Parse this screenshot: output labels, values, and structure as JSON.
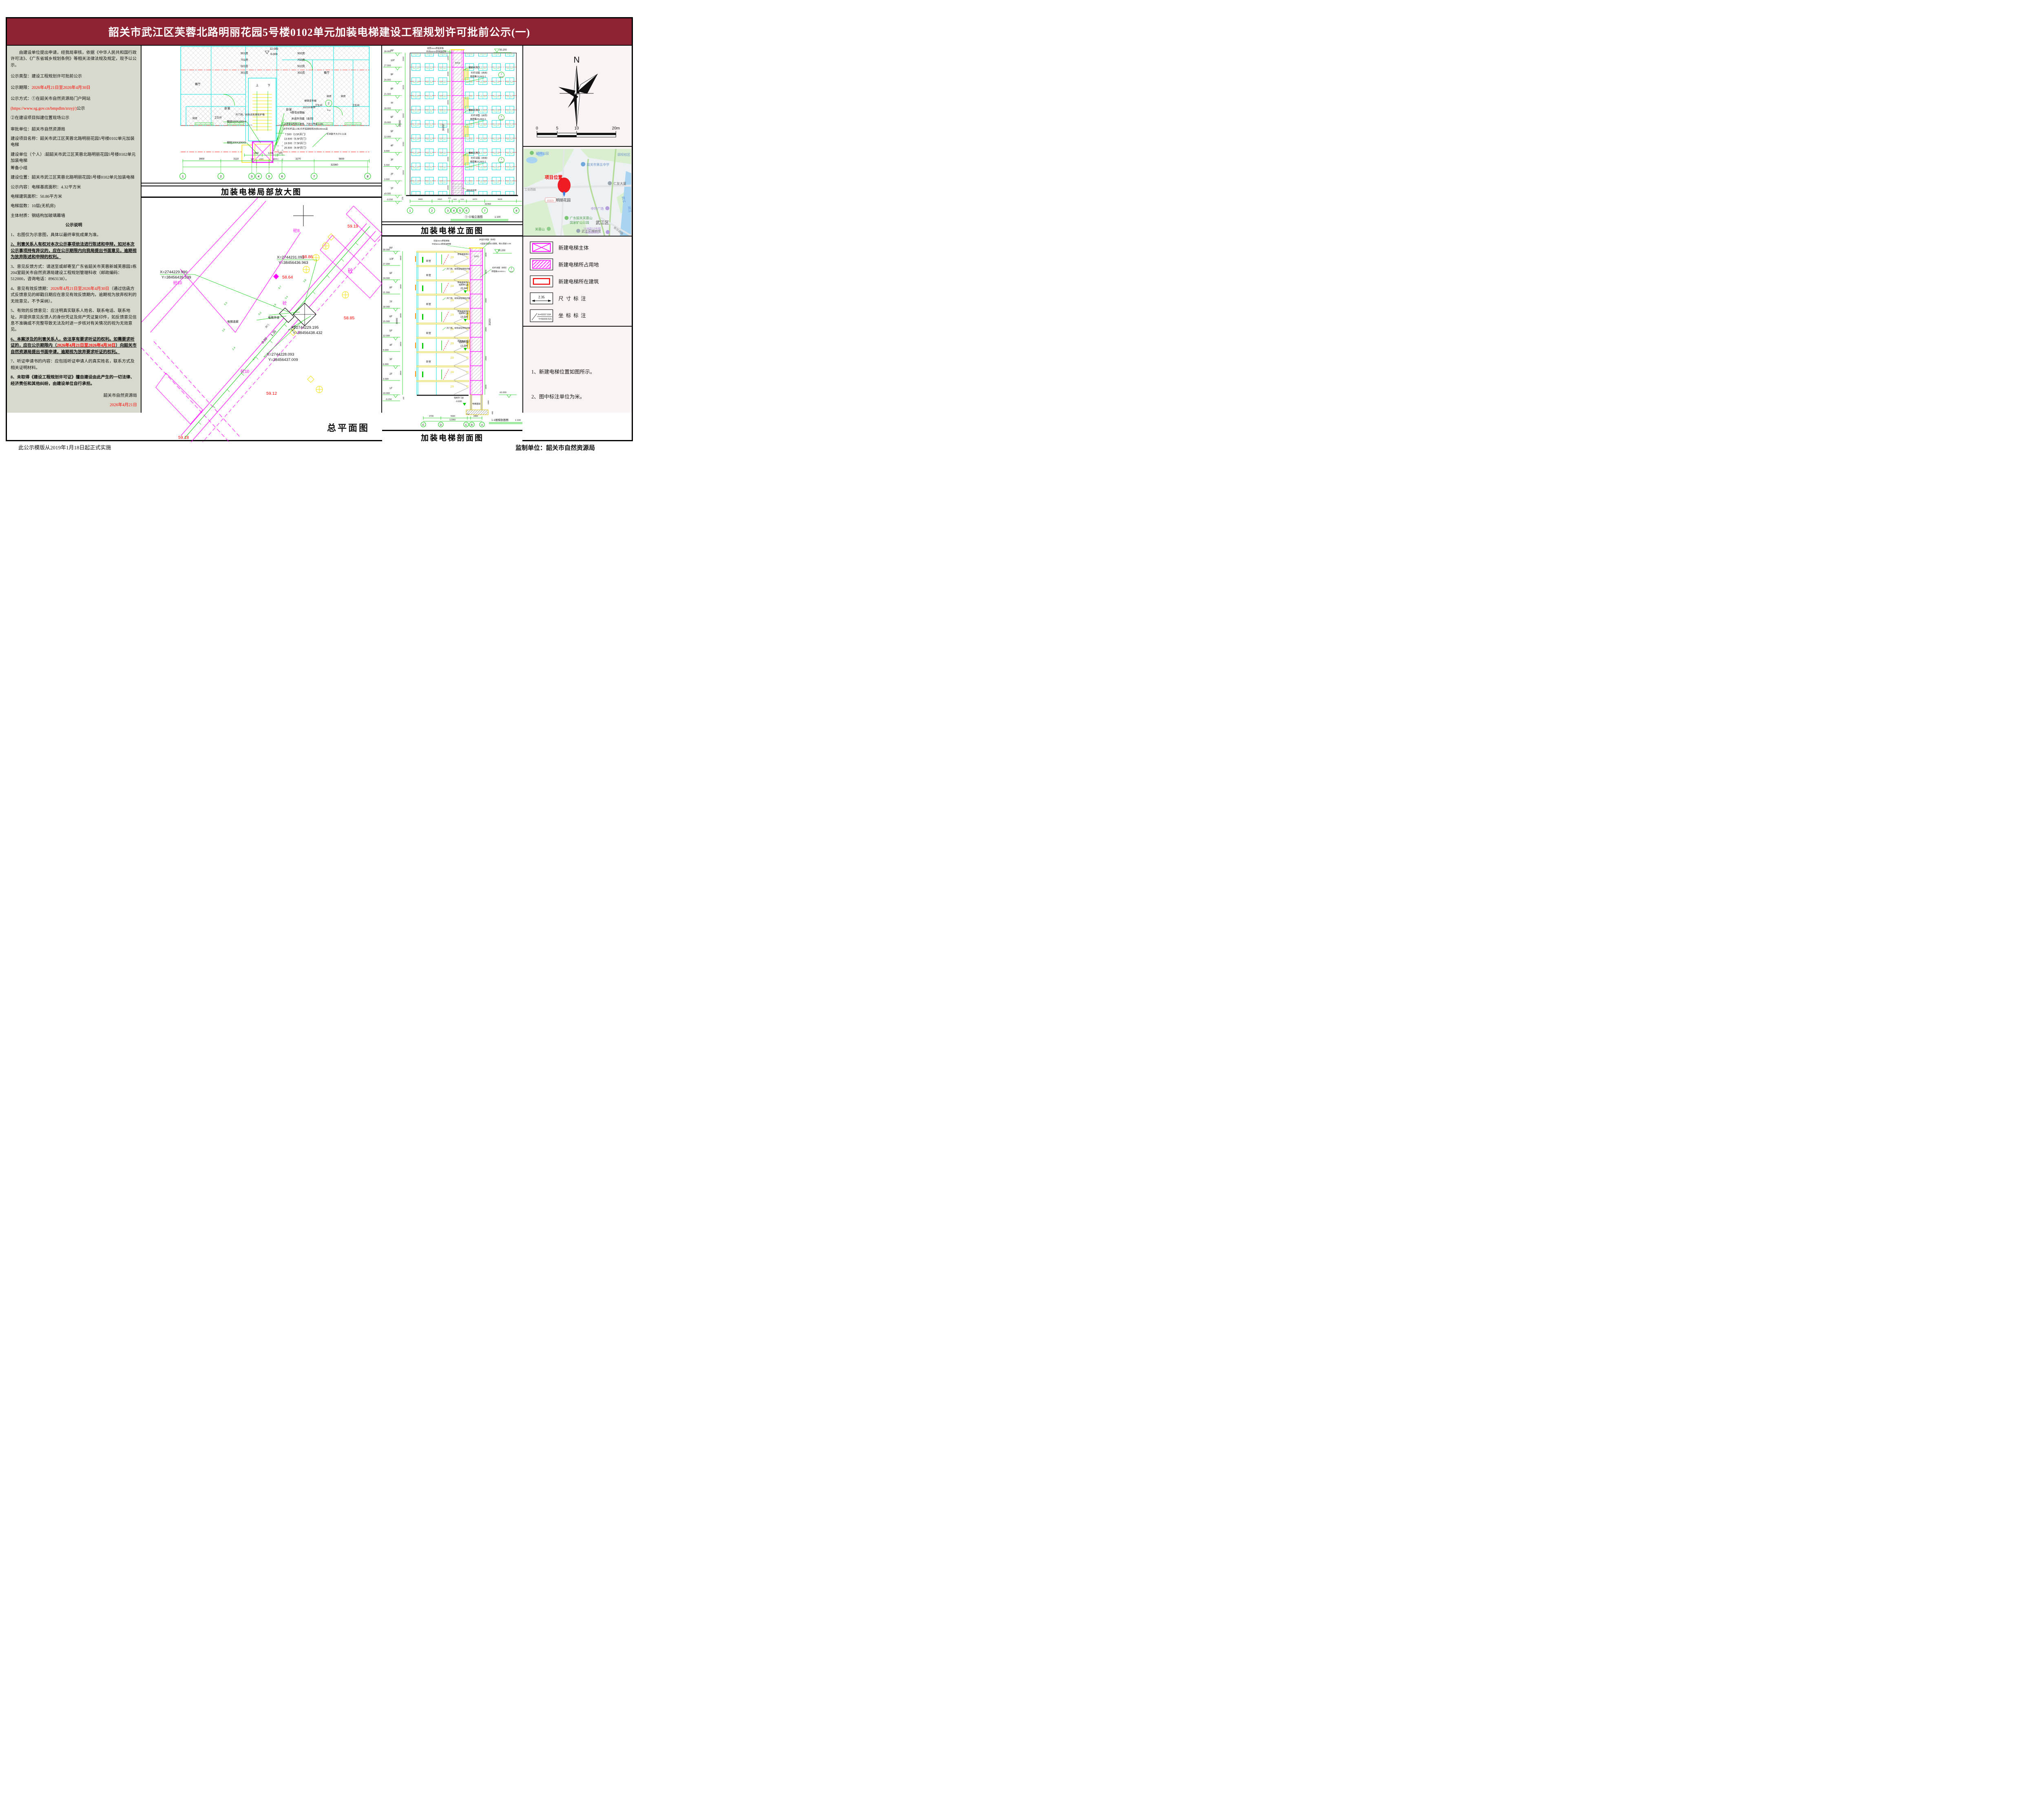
{
  "header": {
    "title": "韶关市武江区芙蓉北路明丽花园5号楼0102单元加装电梯建设工程规划许可批前公示(一)"
  },
  "footer": {
    "left": "此公示模版从2019年1月18日起正式实施",
    "right": "监制单位：韶关市自然资源局"
  },
  "left_panel": {
    "intro": "由建设单位提出申请，经我局审核，依据《中华人民共和国行政许可法》、《广东省城乡规划条例》等相关法律法规及规定，现予以公示。",
    "type_line": "公示类型：建设工程规划许可批前公示",
    "period_label": "公示期限：",
    "period_value": "2026年4月21日至2026年4月30日",
    "method_line": "公示方式：①在韶关市自然资源局门户网站",
    "method_url": "(https://www.sg.gov.cn/bmpdlm/zrzyj/)",
    "method_suffix": "公示",
    "method2": "②在建设项目拟建位置现场公示",
    "approval": "审批单位：韶关市自然资源局",
    "project_name": "建设项目名称：韶关市武江区芙蓉北路明丽花园5号楼0102单元加装电梯",
    "builder": "建设单位（个人）:韶韶关市武江区芙蓉北路明丽花园5号楼0102单元加装电梯",
    "builder2": "筹备小组",
    "location": "建设位置：韶关市武江区芙蓉北路明丽花园5号楼0102单元加装电梯",
    "content1": "公示内容：电梯基底面积：4.32平方米",
    "content2": "电梯建筑面积：50.86平方米",
    "content3": "电梯层数：10层(无机房)",
    "content4": "主体材质：钢结构加玻璃幕墙",
    "notes_title": "公示说明",
    "note1": "1、右图仅为示意图，具体以最终审批成果为准。",
    "note2": "2、利害关系人有权对本次公示事项依法进行陈述和申辩，如对本次公示事项持有异议的，应在公示期限内向我局提出书面意见，逾期视为放弃陈述和申辩的权利。",
    "note3": "3、意见反馈方式：请送至或邮寄至广东省韶关市芙蓉新城芙蓉园1栋204室韶关市自然资源局建设工程规划管理科收（邮政编码：512000，咨询电话：8963138）。",
    "note4_label": "4、意见有效反馈期：",
    "note4_date": "2026年4月21日至2026年4月30日",
    "note4_rest": "（通过信函方式反馈意见的邮戳日期应在意见有效反馈期内，逾期视为放弃权利的无效意见，不予采纳）。",
    "note5": "5、有效的反馈意见：应注明真实联系人姓名、联系电话、联系地址，并提供意见反馈人的身份凭证及房产凭证复印件，如反馈意见信息不准确或不完整导致无法及时进一步核对有关情况的视为无效意见。",
    "note6_pre": "6、本案涉及的利害关系人，依法享有要求听证的权利。如需要求听证的，应在公示期限内（",
    "note6_date": "2026年4月21日至2026年4月30日",
    "note6_post": "）向韶关市自然资源局提出书面申请，逾期视为放弃要求听证的权利。",
    "note7": "7、听证申请书的内容：应包括听证申请人的真实姓名，联系方式及相关证明材料。",
    "note8": "8、未取得《建设工程规划许可证》擅自建设由此产生的一切法律、经济责任和其他纠纷，由建设单位自行承担。",
    "sign_org": "韶关市自然资源局",
    "sign_date": "2026年4月21日"
  },
  "floors": [
    {
      "name": "RF",
      "elev": "30.000"
    },
    {
      "name": "10F",
      "elev": "27.000"
    },
    {
      "name": "9F",
      "elev": "24.000"
    },
    {
      "name": "8F",
      "elev": "21.000"
    },
    {
      "name": "7F",
      "elev": "18.000"
    },
    {
      "name": "6F",
      "elev": "15.000"
    },
    {
      "name": "5F",
      "elev": "12.000"
    },
    {
      "name": "4F",
      "elev": "9.000"
    },
    {
      "name": "3F",
      "elev": "6.000"
    },
    {
      "name": "2F",
      "elev": "3.000"
    },
    {
      "name": "1F",
      "elev": "±0.000"
    }
  ],
  "plan": {
    "title": "加装电梯局部放大图",
    "elev_upper": "12.000",
    "elev_lower": "6.000",
    "rooms_left": [
      "901房",
      "701房",
      "501房",
      "301房"
    ],
    "rooms_right": [
      "902房",
      "702房",
      "502房",
      "302房"
    ],
    "dining_left": "餐厅",
    "dining_right": "餐厅",
    "bedroom_left": "卧室",
    "bedroom_right": "卧室",
    "kitchen": "厨房",
    "bath": "卫生间",
    "up": "上",
    "down": "下",
    "joint_note": "楼面变形缝",
    "joint_ref": "11ZJ11参照",
    "joint_no": "2",
    "joint_ax": "⑤-8",
    "open_note": "开门洞，拆除该处原有护墙",
    "ymj": "YMJ1",
    "beam_note": "钢梁150X150X4",
    "col_note": "钢柱200X200X5",
    "plate_note": "4厚花纹钢板",
    "facade_note": "井道外饰面（余同）",
    "glass_note": "(A型复合型防火玻璃，乃耐火等级  3.0h)",
    "rail_note": "扶手栏杆高1.2米,栏杆底部砌雨水挡100mm高",
    "rail_note2": "杆间距不大于0.11米",
    "door_levels": [
      "7.500（3.5F开门）",
      "13.500（5.5F开门）",
      "19.500（7.5F开门）",
      "25.500（9.5F开门）"
    ],
    "dims_mini": [
      "1800",
      "1200",
      "100"
    ],
    "dims": [
      "3900",
      "3110",
      "500",
      "1300",
      "1300",
      "3270",
      "5600"
    ],
    "dim_total": "32360",
    "grid": [
      "1",
      "2",
      "3",
      "4",
      "5",
      "6",
      "7",
      "8"
    ]
  },
  "site": {
    "title": "总平面图",
    "spot1": "59.19",
    "spot2": "58.86",
    "spot3": "58.64",
    "spot4": "58.85",
    "spot5": "59.12",
    "spot6": "59.18",
    "coord1x": "X=2744231.092",
    "coord1y": "Y=38456436.963",
    "coord2x": "X=2744229.990",
    "coord2y": "Y=38456435.539",
    "coord3x": "X=2744229.195",
    "coord3y": "Y=38456438.432",
    "coord4x": "X=2744228.093",
    "coord4y": "Y=38456437.009",
    "shaft": "电梯井道",
    "corridor": "电梯连廊",
    "door": "开门",
    "conc10a": "砼10",
    "conc10b": "砼10",
    "conc8": "砼8",
    "conc_a": "砼",
    "conc_b": "砼",
    "d1": "8.7",
    "d2": "3.4",
    "d3": "3.8",
    "d4": "1.8",
    "d5": "0.2",
    "d6": "5.3",
    "d7": "3.5",
    "d8": "2.4",
    "d9": "0.7",
    "d10": "0.20",
    "d11": "1.35",
    "d12": "1.25"
  },
  "elevation": {
    "title": "加装电梯立面图",
    "subtitle": "①-⑧轴立面图",
    "scale": "1:100",
    "top_elev": "30.200",
    "roof_note1": "双层3mm厚铝单板",
    "roof_note2": "中间50mm厚保温岩棉",
    "machine": "无机房",
    "stair_hole": "楼梯间洞口",
    "rail1": "栏杆详图（余同）",
    "rail2": "参图集15J403-1",
    "rail_no": "1",
    "rail_id": "D1S",
    "tile": "面贴纸皮砖",
    "base": "-0.150",
    "base_dim": "150",
    "dim_floor": "3000",
    "dim_left_total": "30000",
    "dim_top": "1200",
    "dim_cell": "2000",
    "dim_right_total": "30200",
    "dims": [
      "3900",
      "3110",
      "500",
      "1300",
      "1300",
      "3270",
      "5600"
    ],
    "dim_total": "32360",
    "grid": [
      "1",
      "2",
      "3",
      "4",
      "5",
      "6",
      "7",
      "8"
    ]
  },
  "section": {
    "title": "加装电梯剖面图",
    "subtitle": "1-1楼梯剖面图",
    "scale": "1:100",
    "top_elev": "30.200",
    "roof_note1": "双层3mm厚铝单板",
    "roof_note2": "中间50mm厚保温岩棉",
    "facade_note": "井道外饰面（余同）",
    "glass_note": "A型复合型防火玻璃，耐火等级  3.0h",
    "machine": "无机房",
    "bedroom": "卧室",
    "open_note": "开门洞，拆除该处原有护墙",
    "stair_hole": "原有楼梯洞口",
    "door_level": "电梯开门层",
    "level1": "25.500",
    "level2": "19.500",
    "level3": "13.500",
    "level0": "-0.600",
    "rail1": "栏杆详图（余同）",
    "rail2": "参图集15J403-1",
    "rail_no": "1",
    "rail_id": "D13",
    "foundation": "电梯基础",
    "base": "-0.150",
    "base_dim": "150",
    "zero": "±0.000",
    "pit1": "1000",
    "pit2": "600",
    "dim_top": "1800",
    "dim_cell": "2000",
    "dim_right_total": "30200",
    "dim_floor": "3000",
    "dim_left_total": "30000",
    "dims": [
      "3730",
      "5530",
      "700",
      "2400"
    ],
    "dim_total": "12360",
    "grid": [
      "E",
      "D",
      "C",
      "B",
      "A"
    ]
  },
  "sidebar": {
    "north": "N",
    "scale_ticks": [
      "0",
      "5",
      "10",
      "20m"
    ],
    "map": {
      "marker": "项目位置",
      "park": "韶州公园",
      "campus": "田坝校区",
      "school": "韶关市第五中学",
      "building": "仁友大厦",
      "road_w": "工业西路",
      "g323": "G323",
      "estate": "明丽花园",
      "plaza": "中环广场",
      "mine1": "广东韶关芙蓉山",
      "mine2": "国家矿山公园",
      "district": "武江区",
      "museum": "武江区博物馆",
      "mountain": "芙蓉山",
      "shop1": "沙洲路10号榴",
      "shop2": "莲姐姐果业",
      "road_s": "新华南路",
      "river1": "武江",
      "river2": "浈江"
    },
    "legend": {
      "item1": "新建电梯主体",
      "item2": "新建电梯所占用地",
      "item3": "新建电梯所在建筑",
      "item4": "尺寸标注",
      "dim_sample": "2.35",
      "item5": "坐标标注",
      "coord_x": "X=43337.034",
      "coord_y": "Y=58209.521"
    },
    "notes": {
      "n1": "1、新建电梯位置如图所示。",
      "n2": "2、图中标注单位为米。"
    }
  }
}
